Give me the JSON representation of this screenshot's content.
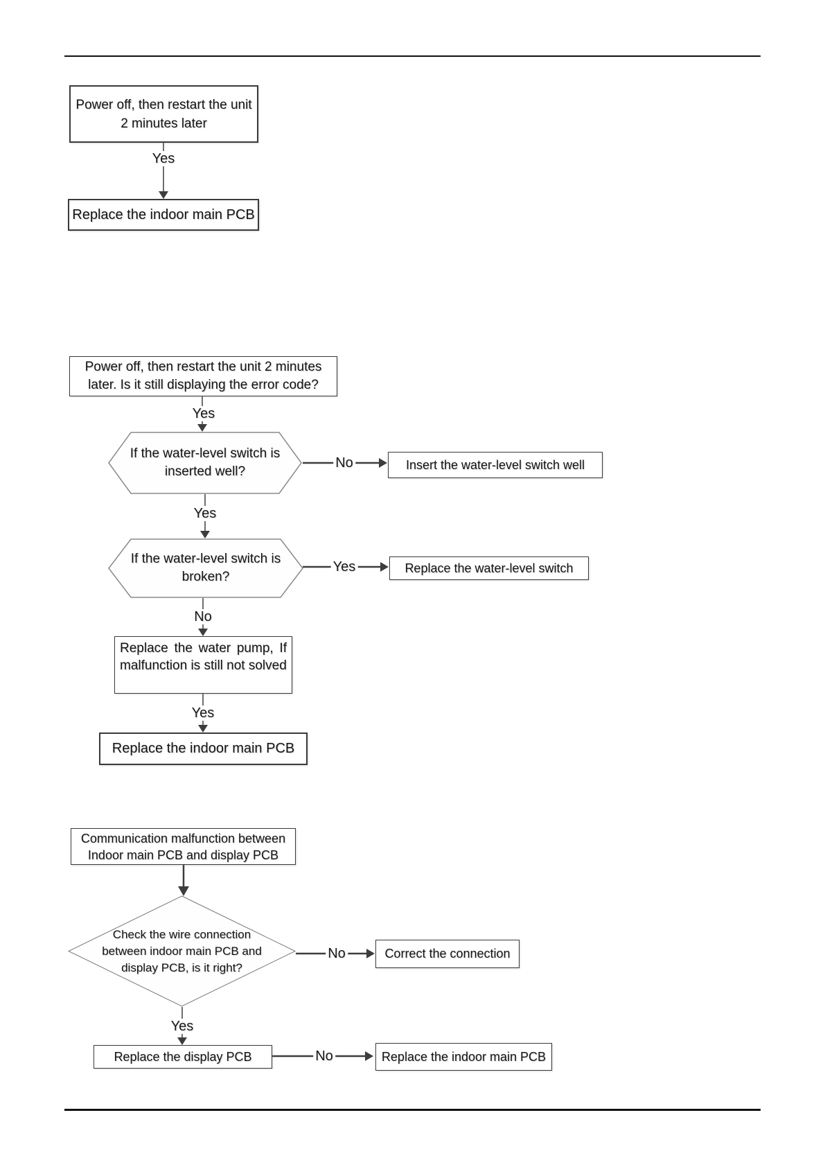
{
  "flow1": {
    "start": "Power off, then restart the unit 2 minutes later",
    "label_yes": "Yes",
    "result": "Replace the indoor main PCB"
  },
  "flow2": {
    "start": "Power off, then restart the unit 2 minutes later. Is it still displaying the error code?",
    "label_yes_start": "Yes",
    "decision_inserted": "If the water-level switch is inserted well?",
    "label_no_inserted": "No",
    "action_insert": "Insert the water-level switch well",
    "label_yes_inserted": "Yes",
    "decision_broken": "If the water-level switch is broken?",
    "label_yes_broken": "Yes",
    "action_replace_switch": "Replace the water-level switch",
    "label_no_broken": "No",
    "action_pump": "Replace the water pump, If malfunction is still not solved",
    "label_yes_pump": "Yes",
    "action_pcb": "Replace the indoor main PCB"
  },
  "flow3": {
    "start": "Communication malfunction between Indoor main PCB and display PCB",
    "decision_wire": "Check the wire connection between indoor main PCB and display PCB, is it right?",
    "label_no_wire": "No",
    "action_correct": "Correct the connection",
    "label_yes_wire": "Yes",
    "action_display": "Replace the display PCB",
    "label_no_display": "No",
    "action_main": "Replace the indoor main PCB"
  }
}
